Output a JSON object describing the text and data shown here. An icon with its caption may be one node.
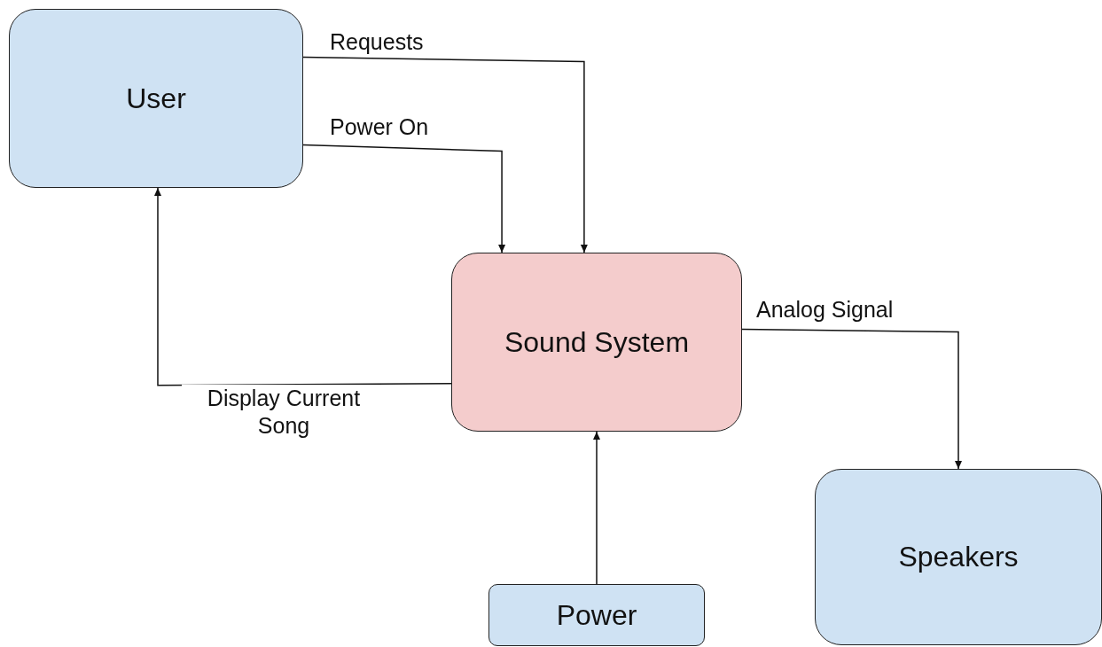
{
  "diagram": {
    "nodes": [
      {
        "text": [
          "User"
        ]
      },
      {
        "text": [
          "Sound System"
        ]
      },
      {
        "text": [
          "Power"
        ]
      },
      {
        "text": [
          "Speakers"
        ]
      }
    ],
    "edges": [
      {
        "from": 0,
        "to": 1,
        "arrow": "to",
        "label": "Requests"
      },
      {
        "from": 0,
        "to": 1,
        "arrow": "to",
        "label": "Power On"
      },
      {
        "from": 1,
        "to": 0,
        "arrow": "to",
        "label": "Display Current Song"
      },
      {
        "from": 1,
        "to": 3,
        "arrow": "to",
        "label": "Analog Signal"
      },
      {
        "from": 2,
        "to": 1,
        "arrow": "to"
      }
    ]
  }
}
